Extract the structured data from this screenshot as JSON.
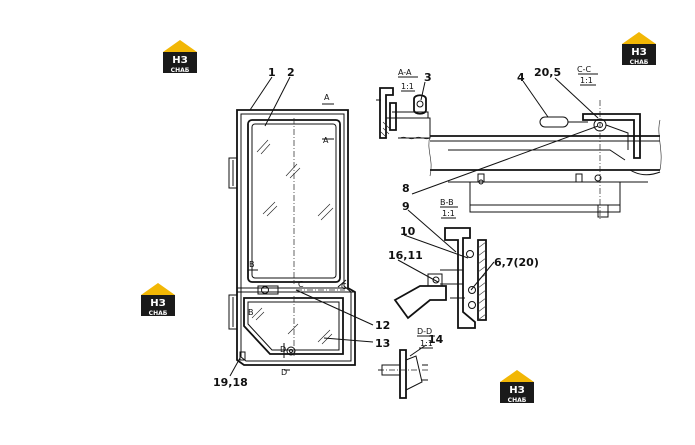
{
  "callouts": {
    "c1": "1",
    "c2": "2",
    "c3": "3",
    "c4": "4",
    "c20_5": "20,5",
    "c8": "8",
    "c9": "9",
    "c10": "10",
    "c16_11": "16,11",
    "c6_7_20": "6,7(20)",
    "c12": "12",
    "c13": "13",
    "c14": "14",
    "c19_18": "19,18"
  },
  "section_marks": {
    "a_top": "A",
    "a_side": "A",
    "b_left": "B",
    "b_right": "B",
    "c_mark": "C",
    "c_mark2": "C",
    "d_top": "D",
    "d_bottom": "D"
  },
  "section_views": {
    "aa_title": "A-A",
    "aa_scale": "1:1",
    "bb_title": "B-B",
    "bb_scale": "1:1",
    "cc_title": "C-C",
    "cc_scale": "1:1",
    "dd_title": "D-D",
    "dd_scale": "1:1"
  },
  "watermark": {
    "top": "НЗ",
    "bottom": "СНАБ",
    "color_gold": "#f2b705",
    "color_dark": "#1a1a1a"
  }
}
